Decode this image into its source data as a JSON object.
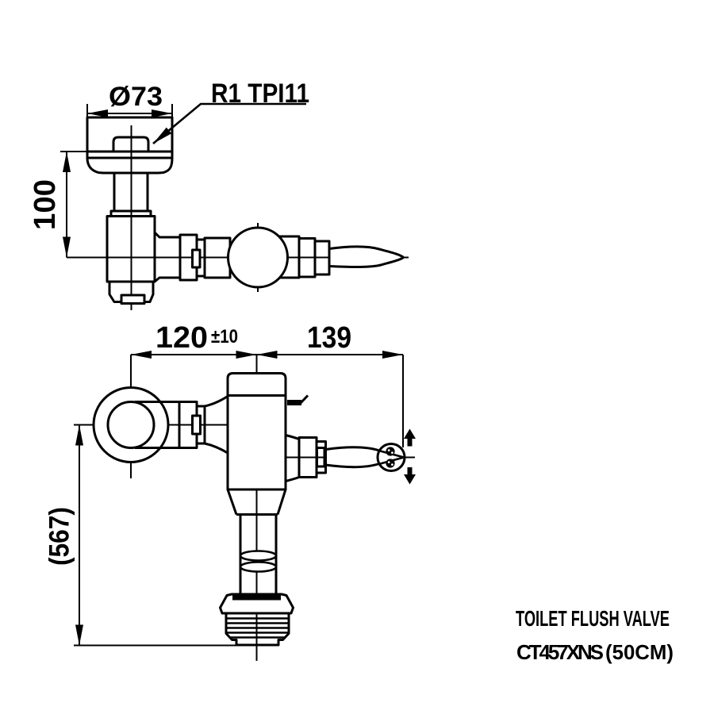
{
  "colors": {
    "ink": "#000000",
    "paper": "#ffffff"
  },
  "top_view": {
    "dim_diameter": "Ø73",
    "thread_callout": "R1 TPI11",
    "dim_height": "100"
  },
  "front_view": {
    "dim_center_to_wall": "120",
    "dim_center_to_wall_tolerance": "±10",
    "dim_center_to_lever": "139",
    "dim_overall_height": "(567)"
  },
  "title_block": {
    "product_name": "TOILET FLUSH VALVE",
    "model_code": "CT457XNS",
    "model_size": "(50CM)"
  }
}
